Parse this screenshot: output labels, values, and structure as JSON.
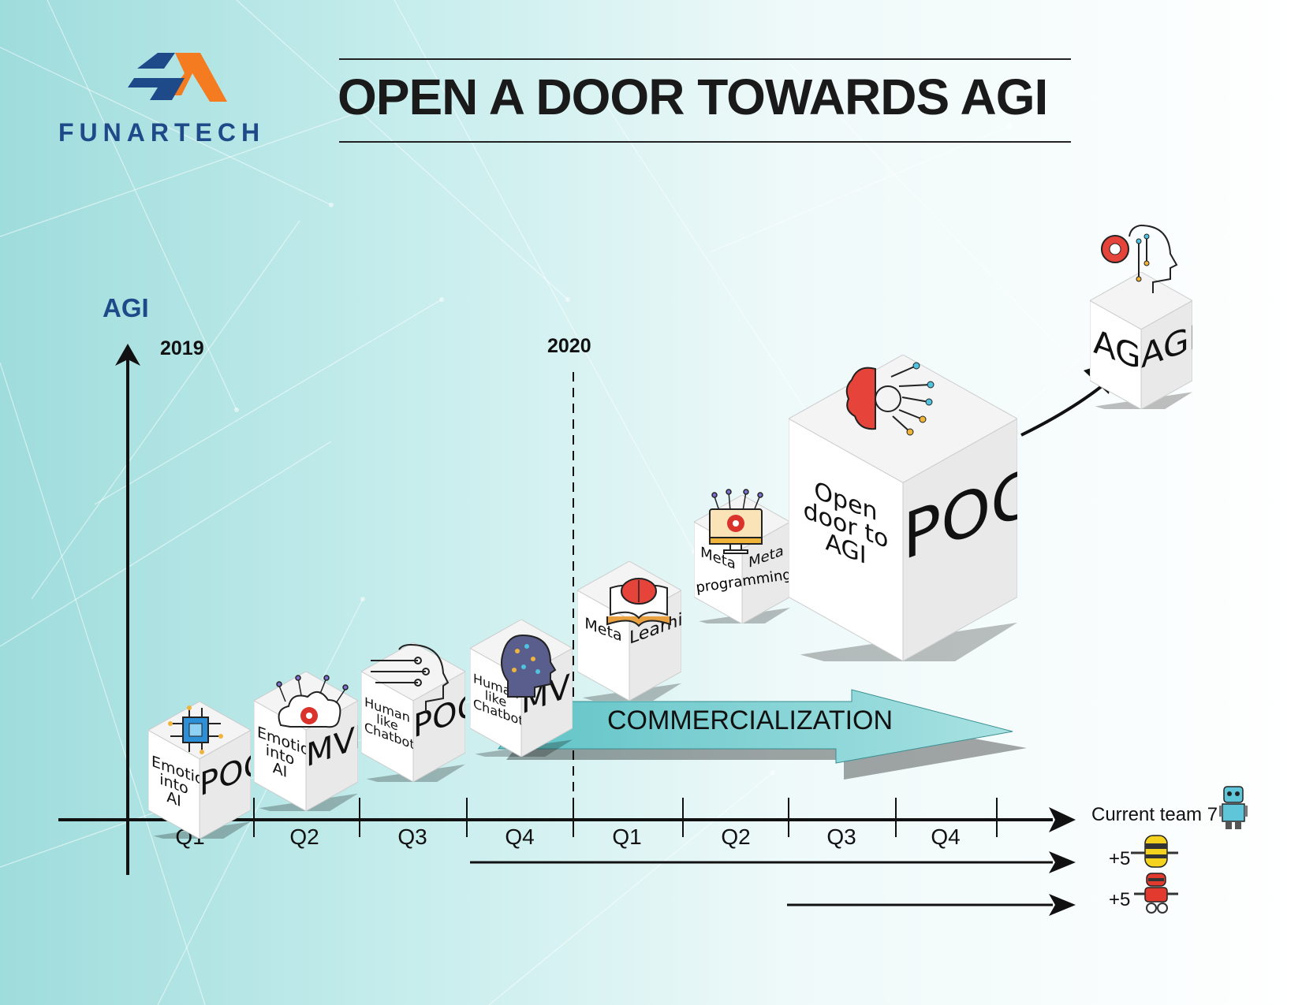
{
  "brand": {
    "name": "FUNARTECH"
  },
  "title": "OPEN A DOOR TOWARDS AGI",
  "axis": {
    "y_label": "AGI"
  },
  "years": [
    "2019",
    "2020"
  ],
  "quarters": [
    "Q1",
    "Q2",
    "Q3",
    "Q4",
    "Q1",
    "Q2",
    "Q3",
    "Q4"
  ],
  "commercialization": "COMMERCIALIZATION",
  "milestones": [
    {
      "left": "Emotions into AI",
      "right": "POC"
    },
    {
      "left": "Emotions into AI",
      "right": "MVP"
    },
    {
      "left": "Human like Chatbot",
      "right": "POC"
    },
    {
      "left": "Human like Chatbot",
      "right": "MVP"
    },
    {
      "left": "Meta",
      "right": "Learning"
    },
    {
      "left": "Meta",
      "right": "Meta"
    },
    {
      "left": "Open door to AGI",
      "right": "POC"
    },
    {
      "left": "AGI",
      "right": "AGI"
    }
  ],
  "milestone_front_labels": {
    "meta_meta": "programming"
  },
  "team": {
    "current": "Current team 7",
    "add_1": "+5",
    "add_2": "+5"
  },
  "colors": {
    "brand_blue": "#1f4a8a",
    "brand_orange": "#f47b20",
    "arrow_teal": "#7fcfd1"
  },
  "icons": [
    "chip-icon",
    "brain-cloud-gear-icon",
    "circuit-head-icon",
    "ai-head-icon",
    "book-brain-icon",
    "monitor-gear-icon",
    "brain-gear-circuit-icon",
    "gear-head-icon",
    "robot-icon"
  ]
}
